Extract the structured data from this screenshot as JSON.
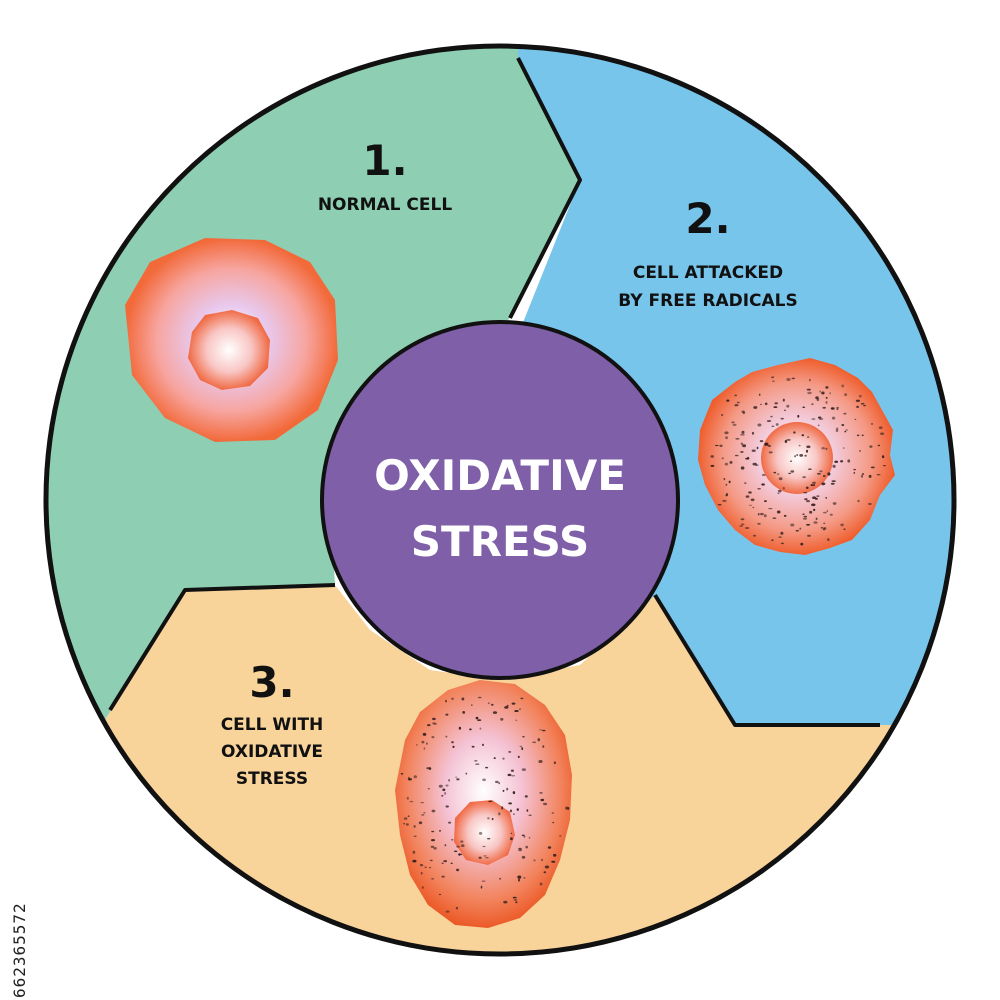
{
  "title": {
    "line1": "OXIDATIVE",
    "line2": "STRESS"
  },
  "stages": [
    {
      "number": "1.",
      "caption_lines": [
        "NORMAL CELL"
      ],
      "color": "#8ecfb3"
    },
    {
      "number": "2.",
      "caption_lines": [
        "CELL ATTACKED",
        "BY FREE RADICALS"
      ],
      "color": "#78c5ec"
    },
    {
      "number": "3.",
      "caption_lines": [
        "CELL WITH",
        "OXIDATIVE",
        "STRESS"
      ],
      "color": "#f8d39a"
    }
  ],
  "center_color": "#7e5fa8",
  "outline_color": "#111111",
  "cell_colors": {
    "rim": "#f26a3a",
    "core": "#f7b6c8",
    "inner": "#ffffff"
  },
  "stock_id": "662365572"
}
